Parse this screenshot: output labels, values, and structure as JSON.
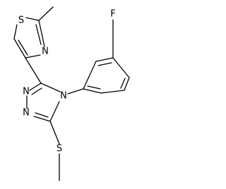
{
  "molecule": {
    "atom_color": "#000000",
    "bond_color": "#000000",
    "labels": {
      "F": "F",
      "S_thiazole": "S",
      "N_thiazole": "N",
      "N_triazole_4": "N",
      "N_triazole_1": "N",
      "N_triazole_2": "N",
      "S_thioether": "S"
    }
  }
}
